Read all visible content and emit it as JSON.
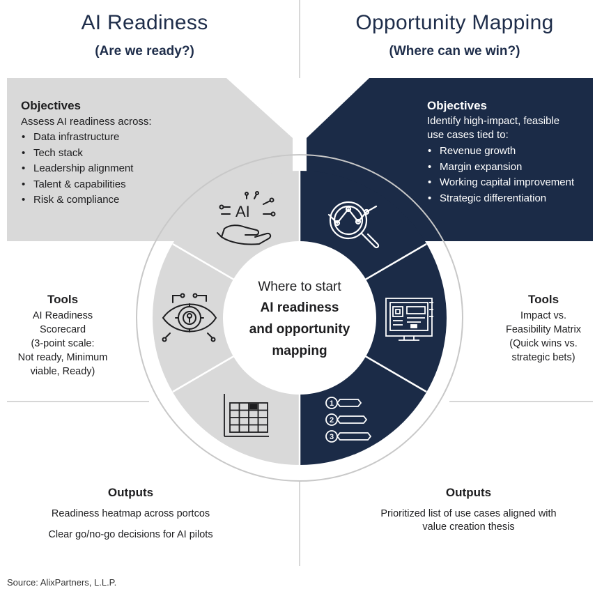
{
  "colors": {
    "navy": "#1b2b47",
    "light_gray": "#d9d9d9",
    "ring_gray": "#c8c8c8",
    "divider": "#bdbdbd"
  },
  "left_header": {
    "title": "AI Readiness",
    "subtitle": "(Are we ready?)"
  },
  "right_header": {
    "title": "Opportunity Mapping",
    "subtitle": "(Where can we win?)"
  },
  "left_objectives": {
    "heading": "Objectives",
    "intro": "Assess AI readiness across:",
    "items": [
      "Data infrastructure",
      "Tech stack",
      "Leadership alignment",
      "Talent & capabilities",
      "Risk & compliance"
    ]
  },
  "right_objectives": {
    "heading": "Objectives",
    "intro_line1": "Identify high-impact, feasible",
    "intro_line2": "use cases tied to:",
    "items": [
      "Revenue growth",
      "Margin expansion",
      "Working capital improvement",
      "Strategic differentiation"
    ]
  },
  "left_tools": {
    "heading": "Tools",
    "lines": [
      "AI Readiness",
      "Scorecard",
      "(3-point scale:",
      "Not ready, Minimum",
      "viable, Ready)"
    ]
  },
  "right_tools": {
    "heading": "Tools",
    "lines": [
      "Impact vs.",
      "Feasibility Matrix",
      "(Quick wins vs.",
      "strategic bets)"
    ]
  },
  "left_outputs": {
    "heading": "Outputs",
    "lines": [
      "Readiness heatmap across portcos",
      "Clear go/no-go decisions for AI pilots"
    ]
  },
  "right_outputs": {
    "heading": "Outputs",
    "lines": [
      "Prioritized list of use cases aligned with",
      "value creation thesis"
    ]
  },
  "center": {
    "line1": "Where to start",
    "line2": "AI readiness",
    "line3": "and opportunity",
    "line4": "mapping"
  },
  "icons": {
    "top_left": "ai-hand-icon",
    "mid_left": "eye-gear-icon",
    "bottom_left": "grid-table-icon",
    "top_right": "magnifier-chart-icon",
    "mid_right": "dashboard-screen-icon",
    "bottom_right": "numbered-list-icon",
    "ai_glyph": "AI",
    "numbers": [
      "1",
      "2",
      "3"
    ]
  },
  "source": "Source: AlixPartners, L.L.P."
}
